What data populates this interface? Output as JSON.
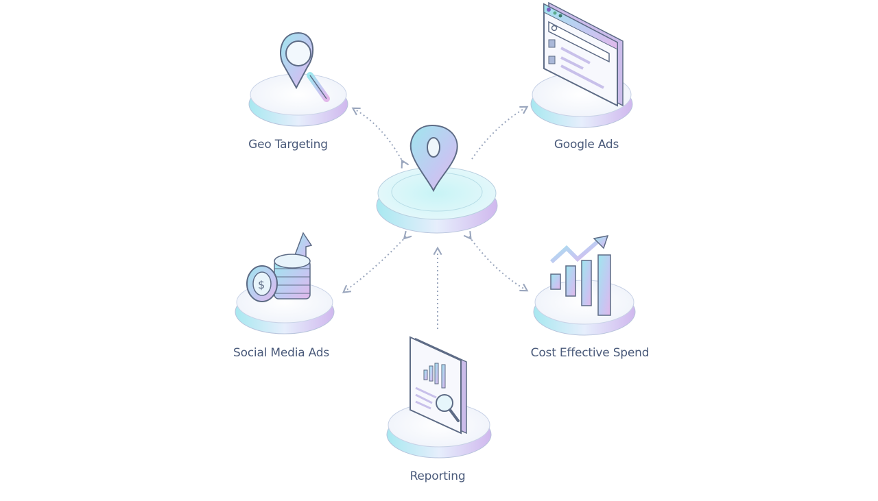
{
  "diagram": {
    "center": {
      "icon": "map-pin-icon"
    },
    "nodes": [
      {
        "label": "Geo Targeting",
        "icon": "magnifier-pin-icon"
      },
      {
        "label": "Google Ads",
        "icon": "browser-search-icon"
      },
      {
        "label": "Social Media Ads",
        "icon": "coins-arrow-icon"
      },
      {
        "label": "Cost Effective Spend",
        "icon": "bar-chart-trend-icon"
      },
      {
        "label": "Reporting",
        "icon": "report-document-icon"
      }
    ]
  },
  "colors": {
    "label": "#4a5a7a",
    "teal": "#8fe3ea",
    "violet": "#c9b2ea",
    "outline": "#5d6b85",
    "arrow": "#9aa6bd"
  }
}
